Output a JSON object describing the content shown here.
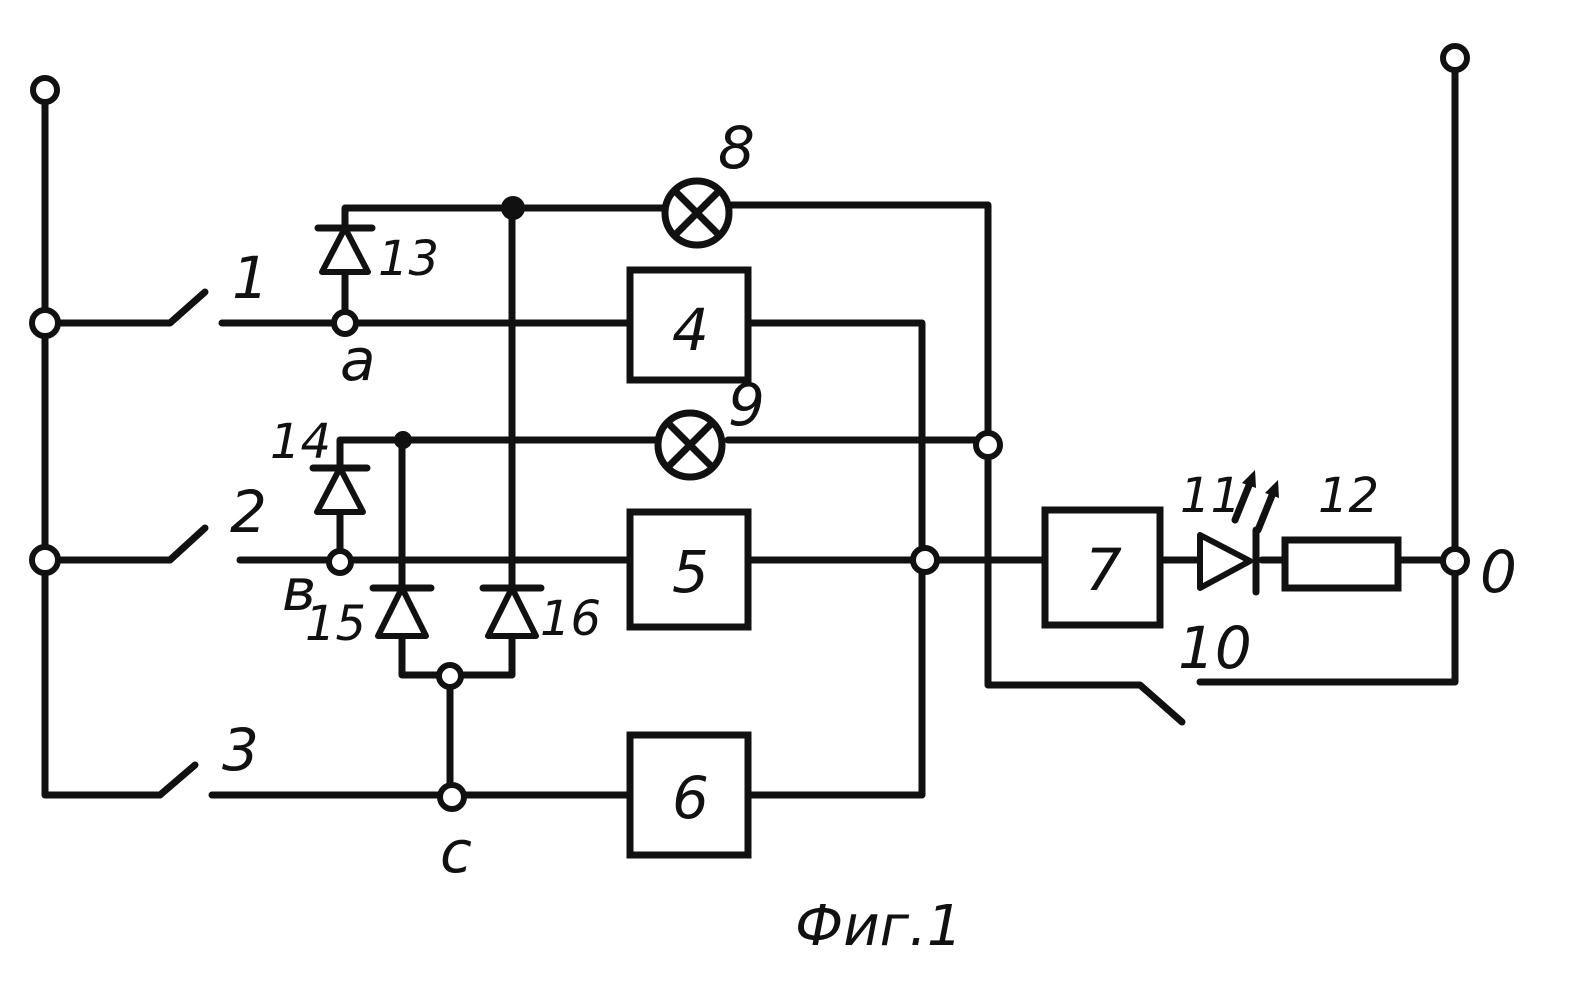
{
  "diagram": {
    "caption": "Фиг.1",
    "switch_labels": {
      "s1": "1",
      "s2": "2",
      "s3": "3",
      "s10": "10"
    },
    "block_labels": {
      "b4": "4",
      "b5": "5",
      "b6": "6",
      "b7": "7"
    },
    "lamp_labels": {
      "l8": "8",
      "l9": "9"
    },
    "diode_labels": {
      "d13": "13",
      "d14": "14",
      "d15": "15",
      "d16": "16"
    },
    "led_label": "11",
    "resistor_label": "12",
    "node_labels": {
      "a": "a",
      "b": "в",
      "c": "c",
      "o": "0"
    }
  }
}
